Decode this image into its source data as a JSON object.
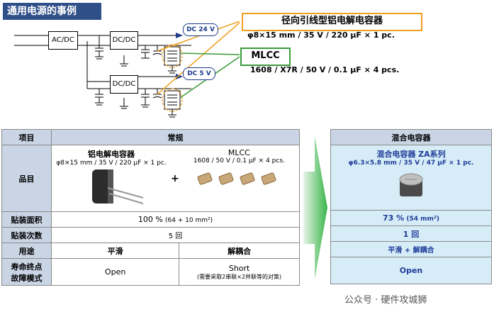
{
  "title": "通用电源的事例",
  "diagram": {
    "acdc_label": "AC/DC",
    "dcdc_top_label": "DC/DC",
    "dcdc_bottom_label": "DC/DC",
    "dc24_label": "DC 24 V",
    "dc5_label": "DC 5 V",
    "elcap_callout": "径向引线型铝电解电容器",
    "elcap_spec": "φ8×15 mm / 35 V / 220 μF × 1 pc.",
    "mlcc_callout": "MLCC",
    "mlcc_spec": "1608 / X7R / 50 V / 0.1 μF × 4 pcs."
  },
  "left_table": {
    "header_item": "项目",
    "header_conventional": "常规",
    "row_product": {
      "label": "品目",
      "elcap_name": "铝电解电容器",
      "elcap_spec": "φ8×15 mm / 35 V / 220 μF × 1 pc.",
      "plus": "+",
      "mlcc_name": "MLCC",
      "mlcc_spec": "1608 / 50 V / 0.1 μF × 4 pcs."
    },
    "row_area": {
      "label": "贴装面积",
      "value_main": "100 %",
      "value_sub": "(64 + 10 mm²)"
    },
    "row_count": {
      "label": "贴装次数",
      "value": "5 回"
    },
    "row_use": {
      "label": "用途",
      "elcap": "平滑",
      "mlcc": "解耦合"
    },
    "row_failure": {
      "label_line1": "寿命终点",
      "label_line2": "故障模式",
      "elcap": "Open",
      "mlcc_main": "Short",
      "mlcc_sub": "(需要采取2串联×2并联等的对策)"
    }
  },
  "right_table": {
    "header": "混合电容器",
    "product_name": "混合电容器 ZA系列",
    "product_spec": "φ6.3×5.8 mm / 35 V / 47 μF × 1 pc.",
    "area_main": "73 %",
    "area_sub": "(54 mm²)",
    "count": "1 回",
    "use": "平滑 + 解耦合",
    "failure": "Open"
  },
  "watermark": "公众号 · 硬件攻城狮",
  "colors": {
    "title_bg": "#2f4f88",
    "header_bg": "#c9d4e4",
    "highlight": "#d6ecf7",
    "accent_orange": "#f0a020",
    "accent_green": "#3a9a3a",
    "text_blue": "#1f3c99"
  }
}
